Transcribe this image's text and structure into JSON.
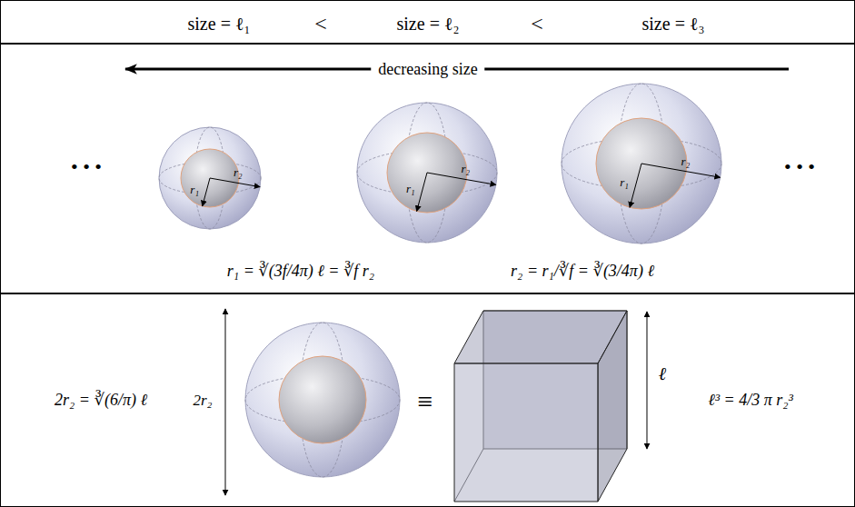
{
  "diagram": {
    "nodes": [
      {
        "text": [
          "size = ℓ₁",
          "<",
          "size = ℓ₂",
          "<",
          "size = ℓ₃"
        ]
      },
      {
        "text": [
          "decreasing size",
          "r₁ = ∛(3f/4π) ℓ = ∛f r₂",
          "r₂ = r₁/∛f = ∛(3/4π) ℓ"
        ]
      },
      {
        "text": [
          "2r₂ = ∛(6/π) ℓ",
          "2r₂",
          "≡",
          "ℓ",
          "ℓ³ = 4/3 π r₂³"
        ]
      }
    ],
    "labels": [
      "• • •",
      "r₁",
      "r₂",
      "r₁",
      "r₂",
      "r₁",
      "r₂",
      "• • •"
    ]
  }
}
